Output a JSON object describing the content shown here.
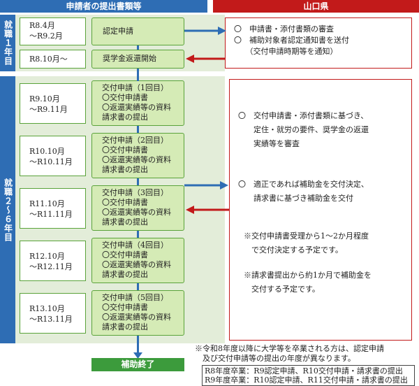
{
  "header": {
    "applicant": "申請者の提出書類等",
    "prefecture": "山口県"
  },
  "sections": {
    "first_year": "就職１年目",
    "years_2_6": "就職２〜６年目"
  },
  "first_year_rows": [
    {
      "date_line1": "R8.4月",
      "date_line2": "〜R9.2月",
      "action": "認定申請"
    },
    {
      "date_line1": "R8.10月〜",
      "date_line2": "",
      "action": "奨学金返還開始"
    }
  ],
  "applications": [
    {
      "date_line1": "R9.10月",
      "date_line2": "〜R9.11月",
      "title": "交付申請（1回目）",
      "item1": "〇交付申請書",
      "item2": "〇返還実績等の資料",
      "item3": "請求書の提出"
    },
    {
      "date_line1": "R10.10月",
      "date_line2": "〜R10.11月",
      "title": "交付申請（2回目）",
      "item1": "〇交付申請書",
      "item2": "〇返還実績等の資料",
      "item3": "請求書の提出"
    },
    {
      "date_line1": "R11.10月",
      "date_line2": "〜R11.11月",
      "title": "交付申請（3回目）",
      "item1": "〇交付申請書",
      "item2": "〇返還実績等の資料",
      "item3": "請求書の提出"
    },
    {
      "date_line1": "R12.10月",
      "date_line2": "〜R12.11月",
      "title": "交付申請（4回目）",
      "item1": "〇交付申請書",
      "item2": "〇返還実績等の資料",
      "item3": "請求書の提出"
    },
    {
      "date_line1": "R13.10月",
      "date_line2": "〜R13.11月",
      "title": "交付申請（5回目）",
      "item1": "〇交付申請書",
      "item2": "〇返還実績等の資料",
      "item3": "請求書の提出"
    }
  ],
  "pref_first": {
    "line1": "〇　申請書・添付書類の審査",
    "line2": "〇　補助対象者認定通知書を送付",
    "line3": "　　（交付申請時期等を通知）"
  },
  "pref_second": {
    "p1_line1": "〇　交付申請書・添付書類に基づき、",
    "p1_line2": "　　定住・就労の要件、奨学金の返還",
    "p1_line3": "　　実績等を審査",
    "p2_line1": "〇　適正であれば補助金を交付決定、",
    "p2_line2": "　　請求書に基づき補助金を交付",
    "n1_line1": "※交付申請書受理から1〜2か月程度",
    "n1_line2": "　で交付決定する予定です。",
    "n2_line1": "※請求書提出から約1か月で補助金を",
    "n2_line2": "　交付する予定です。"
  },
  "end_label": "補助終了",
  "footnote": {
    "line1": "※令和8年度以降に大学等を卒業される方は、認定申請",
    "line2": "及び交付申請等の提出の年度が異なります。",
    "box_line1": "R8年度卒業：R9認定申請、R10交付申請・請求書の提出",
    "box_line2": "R9年度卒業：R10認定申請、R11交付申請・請求書の提出"
  },
  "colors": {
    "blue": "#2e6db4",
    "red": "#c21a1a",
    "green": "#3c9b3c",
    "panel": "#e3edd9",
    "box": "#d5ebb6"
  }
}
